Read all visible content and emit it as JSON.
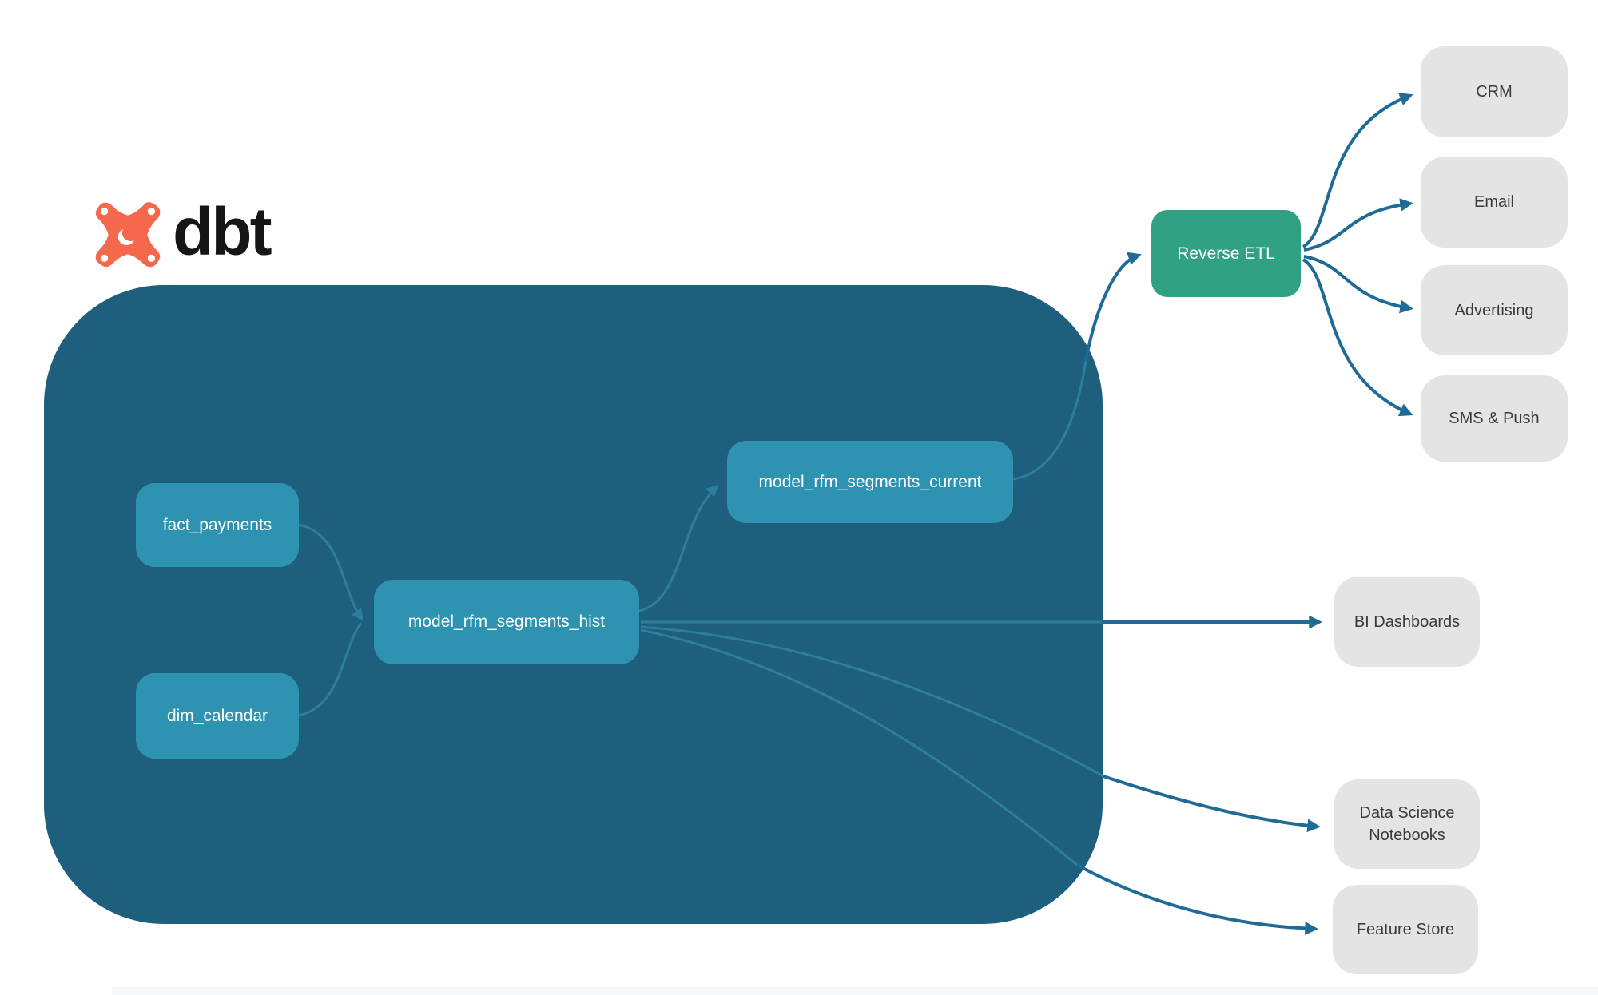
{
  "logo": {
    "text": "dbt",
    "icon": "dbt-star-icon",
    "icon_color": "#F4694B"
  },
  "colors": {
    "page_background": "#FFFFFF",
    "project_container": "#1E5F7E",
    "model_node": "#2E93B0",
    "reverse_etl_node": "#30A183",
    "destination_node": "#E4E4E4",
    "destination_text": "#3B3B3B",
    "edge_inside": "#2E7E9B",
    "edge_outside": "#1F6B96",
    "node_text": "#FFFFFF"
  },
  "nodes": {
    "fact_payments": {
      "label": "fact_payments"
    },
    "dim_calendar": {
      "label": "dim_calendar"
    },
    "model_rfm_segments_hist": {
      "label": "model_rfm_segments_hist"
    },
    "model_rfm_segments_current": {
      "label": "model_rfm_segments_current"
    },
    "reverse_etl": {
      "label": "Reverse ETL"
    },
    "crm": {
      "label": "CRM"
    },
    "email": {
      "label": "Email"
    },
    "advertising": {
      "label": "Advertising"
    },
    "sms_push": {
      "label": "SMS & Push"
    },
    "bi_dashboards": {
      "label": "BI Dashboards"
    },
    "data_science_notebooks": {
      "label": "Data Science Notebooks"
    },
    "feature_store": {
      "label": "Feature Store"
    }
  },
  "edges": [
    {
      "from": "fact_payments",
      "to": "model_rfm_segments_hist"
    },
    {
      "from": "dim_calendar",
      "to": "model_rfm_segments_hist"
    },
    {
      "from": "model_rfm_segments_hist",
      "to": "model_rfm_segments_current"
    },
    {
      "from": "model_rfm_segments_current",
      "to": "reverse_etl"
    },
    {
      "from": "reverse_etl",
      "to": "crm"
    },
    {
      "from": "reverse_etl",
      "to": "email"
    },
    {
      "from": "reverse_etl",
      "to": "advertising"
    },
    {
      "from": "reverse_etl",
      "to": "sms_push"
    },
    {
      "from": "model_rfm_segments_hist",
      "to": "bi_dashboards"
    },
    {
      "from": "model_rfm_segments_hist",
      "to": "data_science_notebooks"
    },
    {
      "from": "model_rfm_segments_hist",
      "to": "feature_store"
    }
  ]
}
